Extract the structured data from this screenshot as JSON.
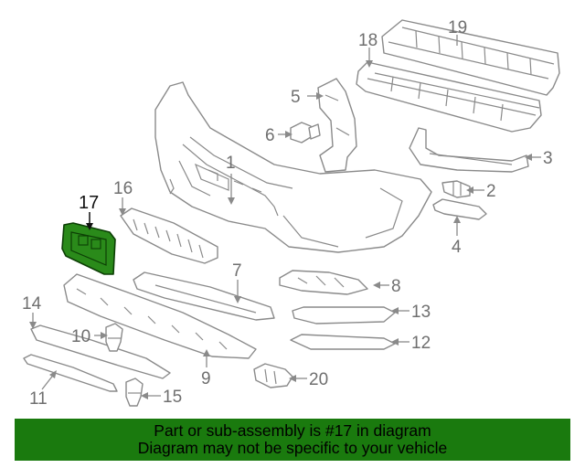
{
  "diagram": {
    "callouts": {
      "c1": "1",
      "c2": "2",
      "c3": "3",
      "c4": "4",
      "c5": "5",
      "c6": "6",
      "c7": "7",
      "c8": "8",
      "c9": "9",
      "c10": "10",
      "c11": "11",
      "c12": "12",
      "c13": "13",
      "c14": "14",
      "c15": "15",
      "c16": "16",
      "c17": "17",
      "c18": "18",
      "c19": "19",
      "c20": "20"
    },
    "highlighted_part": "17",
    "highlight_color": "#1a7a0e"
  },
  "banner": {
    "line1": "Part or sub-assembly is #17 in diagram",
    "line2": "Diagram may not be specific to your vehicle",
    "background": "#1a7a0e"
  }
}
